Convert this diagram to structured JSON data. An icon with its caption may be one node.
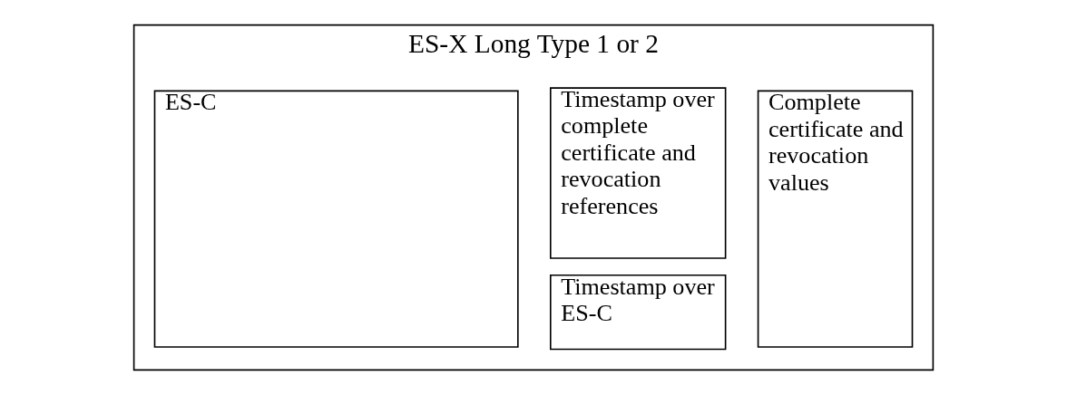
{
  "diagram": {
    "nodes": [
      {
        "text": [
          "ES-X Long Type 1 or 2"
        ]
      },
      {
        "text": [
          "ES-C"
        ],
        "in": 0
      },
      {
        "text": [
          "Timestamp over ES-C"
        ],
        "in": 0
      },
      {
        "text": [
          "Timestamp over complete certificate and revocation references"
        ],
        "in": 0
      },
      {
        "text": [
          "Complete certificate and revocation values"
        ],
        "in": 0
      }
    ],
    "edges": []
  }
}
